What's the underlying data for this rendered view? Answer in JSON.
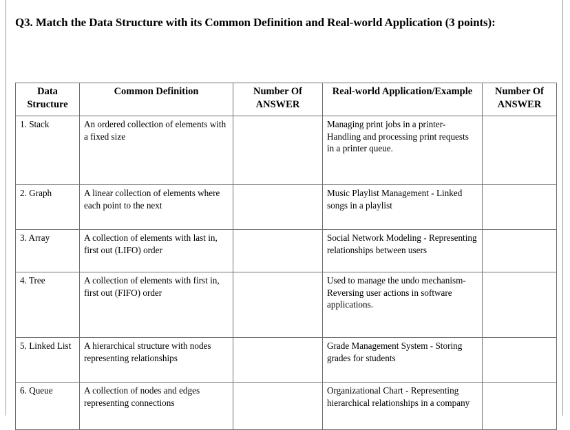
{
  "document": {
    "heading": "Q3. Match the Data Structure with its Common Definition and Real-world Application (3 points):"
  },
  "table": {
    "headers": {
      "structure": "Data Structure",
      "definition": "Common Definition",
      "answer_1": "Number Of ANSWER",
      "realworld": "Real-world Application/Example",
      "answer_2": "Number Of ANSWER"
    },
    "rows": [
      {
        "structure": "1. Stack",
        "definition": "An ordered collection of elements with a fixed size",
        "answer_1": "",
        "realworld": "Managing print jobs in a printer- Handling and processing print requests in a printer queue.",
        "realworld_emphasis": true,
        "answer_2": ""
      },
      {
        "structure": "2. Graph",
        "definition": "A linear collection of elements where each point to the next",
        "answer_1": "",
        "realworld": "Music Playlist Management - Linked songs in a playlist",
        "realworld_emphasis": false,
        "answer_2": ""
      },
      {
        "structure": "3. Array",
        "definition": "A collection of elements with last in, first out (LIFO) order",
        "answer_1": "",
        "realworld": "Social Network Modeling - Representing relationships between users",
        "realworld_emphasis": false,
        "answer_2": ""
      },
      {
        "structure": "4. Tree",
        "definition": "A collection of elements with first in, first out (FIFO) order",
        "answer_1": "",
        "realworld": "Used to manage the undo mechanism- Reversing user actions in software applications.",
        "realworld_emphasis": true,
        "answer_2": ""
      },
      {
        "structure": "5. Linked List",
        "definition": "A hierarchical structure with nodes representing relationships",
        "answer_1": "",
        "realworld": "Grade Management System - Storing grades for students",
        "realworld_emphasis": false,
        "answer_2": ""
      },
      {
        "structure": "6. Queue",
        "definition": "A collection of nodes and edges representing connections",
        "answer_1": "",
        "realworld": "Organizational Chart - Representing hierarchical relationships in a company",
        "realworld_emphasis": false,
        "answer_2": ""
      }
    ]
  },
  "colors": {
    "page_background": "#ffffff",
    "text": "#000000",
    "table_border": "#707070",
    "page_edge": "#9a9a9a"
  }
}
